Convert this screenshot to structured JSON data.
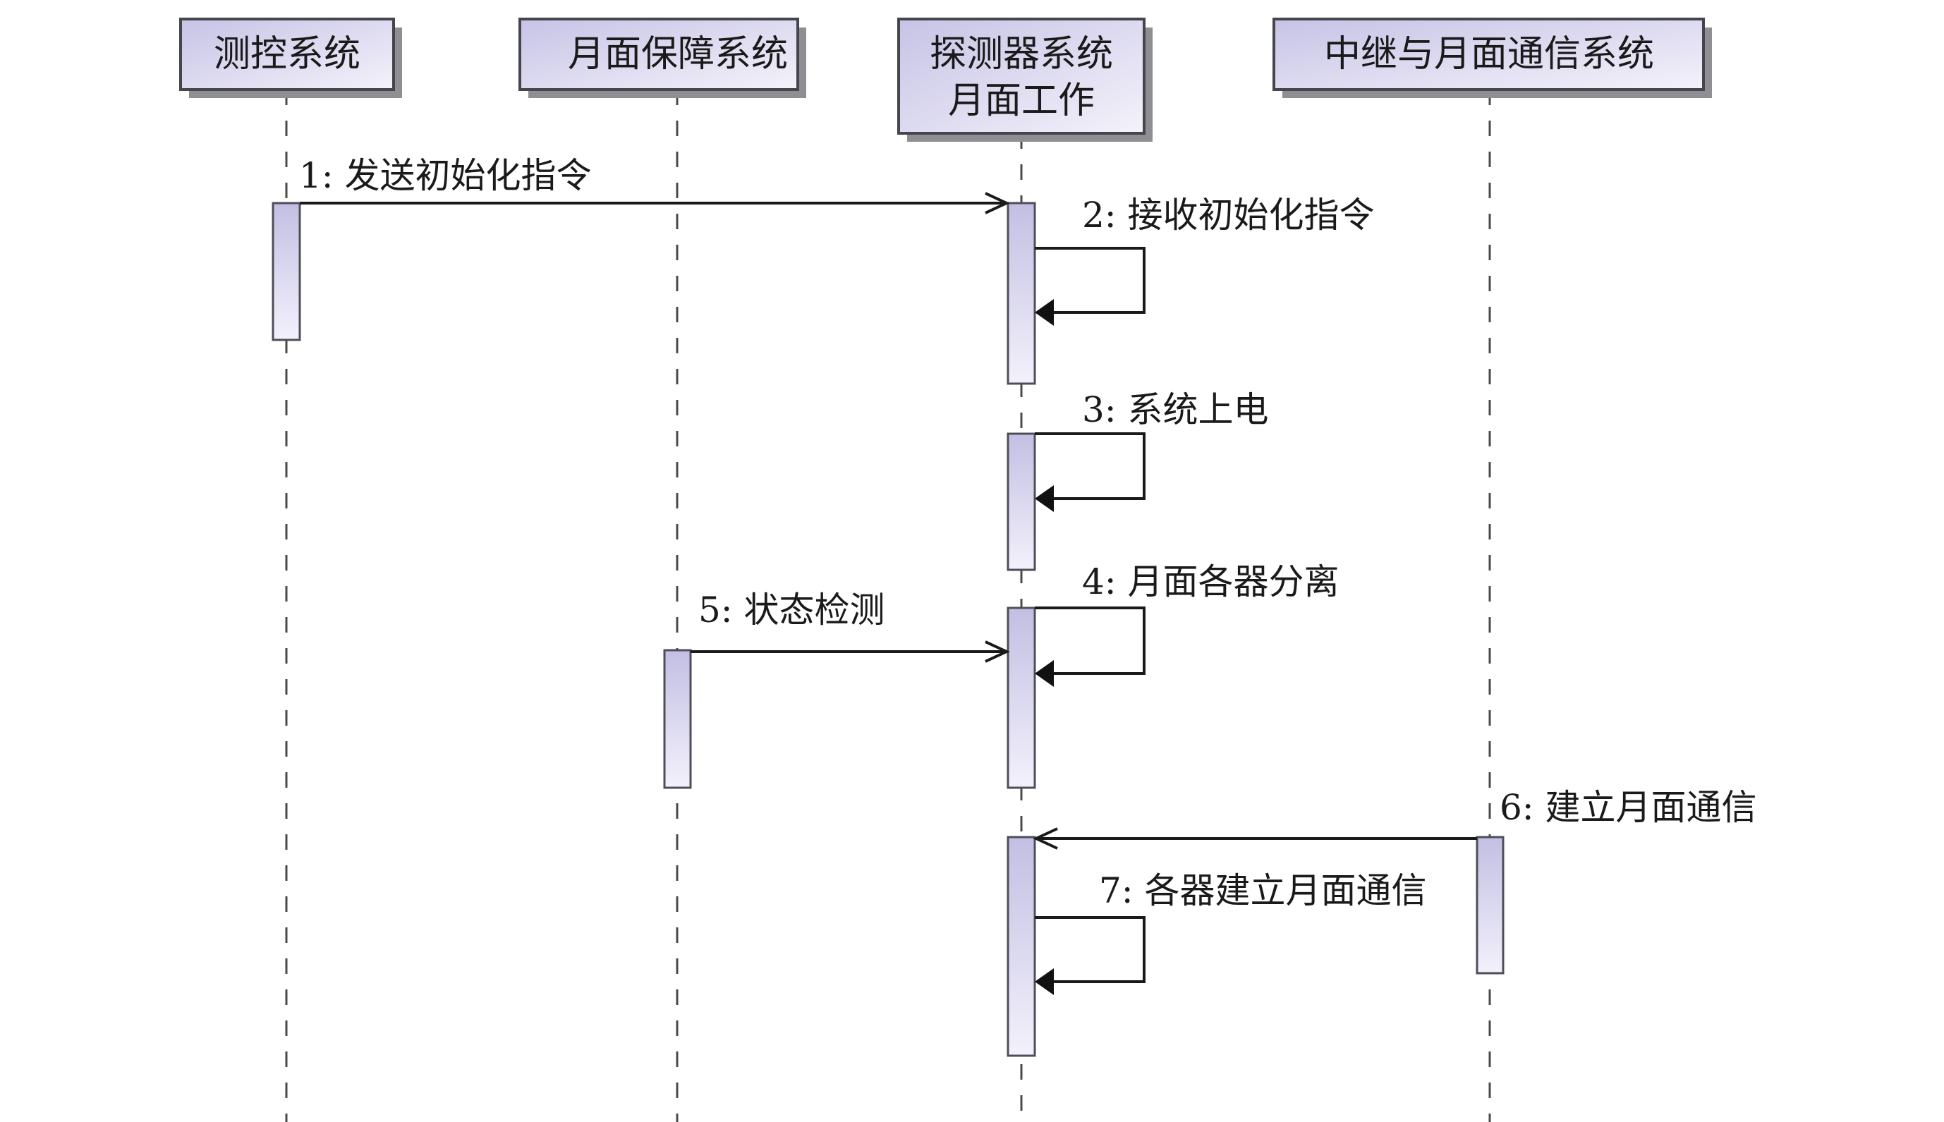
{
  "diagram_type": "sequence",
  "colors": {
    "box_fill_start": "#c6c3e6",
    "box_fill_end": "#f4f2fa",
    "bar_fill_start": "#c2bfe3",
    "bar_fill_end": "#f3f1fb",
    "border": "#45454d",
    "shadow": "#8f8f93",
    "text": "#1a1a1a"
  },
  "participants": [
    {
      "id": "p1",
      "lines": [
        "测控系统"
      ]
    },
    {
      "id": "p2",
      "lines": [
        "月面保障系统"
      ]
    },
    {
      "id": "p3",
      "lines": [
        "探测器系统",
        "月面工作"
      ]
    },
    {
      "id": "p4",
      "lines": [
        "中继与月面通信系统"
      ]
    }
  ],
  "messages": [
    {
      "seq": 1,
      "from": "p1",
      "to": "p3",
      "kind": "call",
      "label": "1: 发送初始化指令"
    },
    {
      "seq": 2,
      "from": "p3",
      "to": "p3",
      "kind": "self",
      "label": "2: 接收初始化指令"
    },
    {
      "seq": 3,
      "from": "p3",
      "to": "p3",
      "kind": "self",
      "label": "3: 系统上电"
    },
    {
      "seq": 4,
      "from": "p3",
      "to": "p3",
      "kind": "self",
      "label": "4: 月面各器分离"
    },
    {
      "seq": 5,
      "from": "p2",
      "to": "p3",
      "kind": "call",
      "label": "5: 状态检测"
    },
    {
      "seq": 6,
      "from": "p4",
      "to": "p3",
      "kind": "call",
      "label": "6: 建立月面通信"
    },
    {
      "seq": 7,
      "from": "p3",
      "to": "p3",
      "kind": "self",
      "label": "7: 各器建立月面通信"
    }
  ]
}
